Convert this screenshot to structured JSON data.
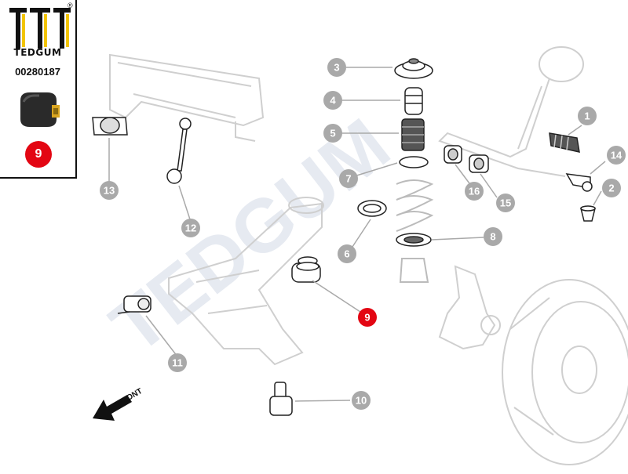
{
  "brand": {
    "name": "TEDGUM",
    "registered_mark": "®",
    "logo_icon": "tedgum-logo-icon"
  },
  "part": {
    "number": "00280187",
    "thumbnail_icon": "bushing-thumbnail-icon",
    "highlighted_callout": "9"
  },
  "watermark": "TEDGUM",
  "front_label": "FRONT",
  "colors": {
    "callout_gray": "#a9a9a9",
    "callout_active": "#e30613",
    "line_art": "#222222",
    "ghost_line": "#cfcfcf",
    "watermark": "#e6eaf1"
  },
  "callouts": [
    {
      "label": "1",
      "active": false
    },
    {
      "label": "2",
      "active": false
    },
    {
      "label": "3",
      "active": false
    },
    {
      "label": "4",
      "active": false
    },
    {
      "label": "5",
      "active": false
    },
    {
      "label": "6",
      "active": false
    },
    {
      "label": "7",
      "active": false
    },
    {
      "label": "8",
      "active": false
    },
    {
      "label": "9",
      "active": true
    },
    {
      "label": "10",
      "active": false
    },
    {
      "label": "11",
      "active": false
    },
    {
      "label": "12",
      "active": false
    },
    {
      "label": "13",
      "active": false
    },
    {
      "label": "14",
      "active": false
    },
    {
      "label": "15",
      "active": false
    },
    {
      "label": "16",
      "active": false
    }
  ]
}
